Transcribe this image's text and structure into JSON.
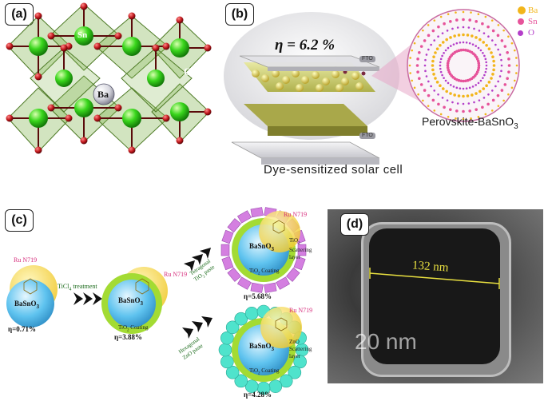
{
  "panels": {
    "a": {
      "label": "(a)",
      "atoms": {
        "sn": "Sn",
        "o": "O",
        "ba": "Ba"
      }
    },
    "b": {
      "label": "(b)",
      "efficiency": "η = 6.2 %",
      "fto_top": "FTO",
      "fto_bottom": "FTO",
      "caption": "Dye-sensitized solar cell",
      "zoom_label": "Perovskite-BaSnO",
      "zoom_label_sub": "3",
      "legend": [
        {
          "symbol": "Ba",
          "color": "#f2b51a"
        },
        {
          "symbol": "Sn",
          "color": "#e6539a"
        },
        {
          "symbol": "O",
          "color": "#b43ec9"
        }
      ]
    },
    "c": {
      "label": "(c)",
      "dye": "Ru N719",
      "core": "BaSnO",
      "core_sub": "3",
      "step1": "TiCl",
      "step1_sub": "4",
      "step1_tail": " treatment",
      "coating": "TiO",
      "coating_sub": "2",
      "coating_tail": " Coating",
      "eff_initial": "η=0.71%",
      "eff_coated": "η=3.88%",
      "eff_tetra": "η=5.68%",
      "eff_hex": "η=4.28%",
      "tetra_line1": "Tetragonal",
      "tetra_line2": "TiO",
      "tetra_line2_sub": "2",
      "tetra_line2_tail": " paste",
      "hex_line1": "Hexagonal",
      "hex_line2": "ZnO paste",
      "scatter_tio2_1": "TiO",
      "scatter_tio2_1_sub": "2",
      "scatter_tio2_2": "Scattering",
      "scatter_tio2_3": "layer",
      "scatter_zno_1": "ZnO",
      "scatter_zno_2": "Scattering",
      "scatter_zno_3": "layer"
    },
    "d": {
      "label": "(d)",
      "size": "132 nm",
      "scale": "20 nm"
    }
  },
  "colors": {
    "sn": "#39d61c",
    "o": "#c0171c",
    "octa": "#7fb24a",
    "coating": "#a3db33",
    "core": "#5fc3ef",
    "dye": "#f5d53a",
    "tio2_block": "#d47fe0",
    "zno_bead": "#4fe3cc",
    "arrow": "#111111"
  }
}
